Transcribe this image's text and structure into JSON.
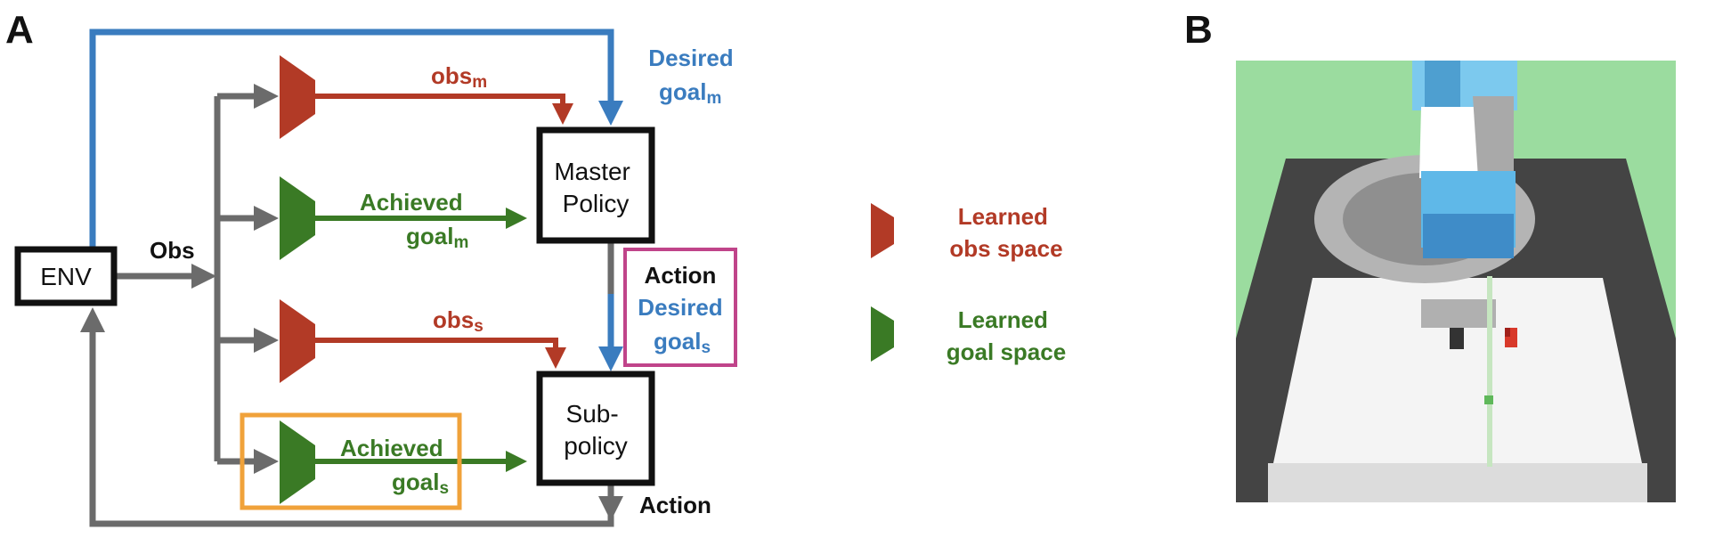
{
  "panel_a": {
    "letter": "A",
    "env_label": "ENV",
    "obs_label": "Obs",
    "master_policy": {
      "line1": "Master",
      "line2": "Policy"
    },
    "sub_policy": {
      "line1": "Sub-",
      "line2": "policy"
    },
    "obs_m": {
      "main": "obs",
      "sub": "m"
    },
    "obs_s": {
      "main": "obs",
      "sub": "s"
    },
    "desired_goal_m": {
      "line1": "Desired",
      "main": "goal",
      "sub": "m"
    },
    "achieved_goal_m": {
      "line1": "Achieved",
      "main": "goal",
      "sub": "m"
    },
    "action_mid": "Action",
    "desired_goal_s": {
      "line1": "Desired",
      "main": "goal",
      "sub": "s"
    },
    "achieved_goal_s": {
      "line1": "Achieved",
      "main": "goal",
      "sub": "s"
    },
    "action_bottom": "Action"
  },
  "legend": {
    "obs_space": {
      "line1": "Learned",
      "line2": "obs space"
    },
    "goal_space": {
      "line1": "Learned",
      "line2": "goal space"
    }
  },
  "panel_b": {
    "letter": "B"
  },
  "colors": {
    "red": "#b23a26",
    "green": "#3a7a25",
    "blue": "#3a7cbf",
    "gray": "#6b6b6b",
    "magenta": "#c0448a",
    "orange": "#f0a23a",
    "black": "#111111"
  }
}
